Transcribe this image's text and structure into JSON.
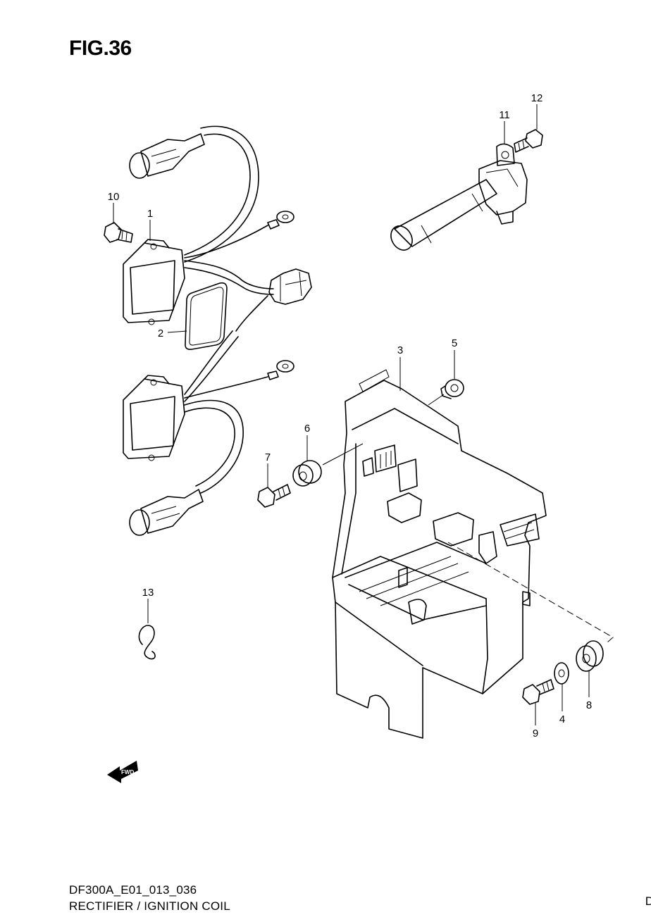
{
  "figure": {
    "title": "FIG.36"
  },
  "footer": {
    "code": "DF300A_E01_013_036",
    "name": "RECTIFIER / IGNITION COIL",
    "edge_mark": "D"
  },
  "fwd_arrow": {
    "label": "FWD",
    "icon": "fwd-arrow-icon"
  },
  "callouts": {
    "c1": "1",
    "c2": "2",
    "c3": "3",
    "c4": "4",
    "c5": "5",
    "c6": "6",
    "c7": "7",
    "c8": "8",
    "c9": "9",
    "c10": "10",
    "c11": "11",
    "c12": "12",
    "c13": "13"
  }
}
